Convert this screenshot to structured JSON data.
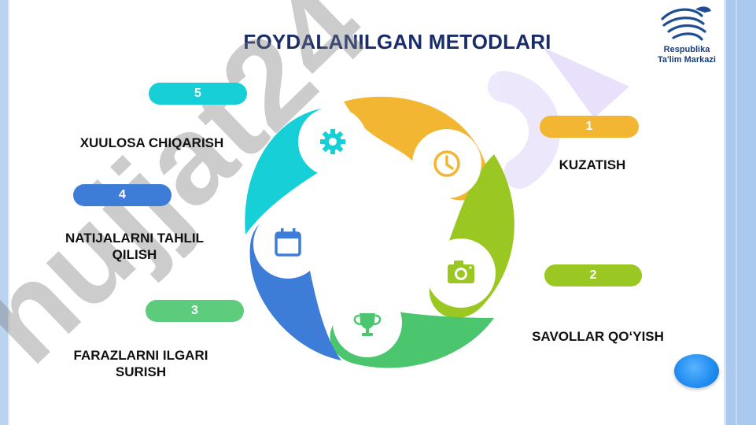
{
  "title": "FOYDALANILGAN METODLARI",
  "logo": {
    "line1": "Respublika",
    "line2": "Ta'lim Markazi",
    "icon": "bird-wave-logo"
  },
  "watermark": "hujjat24",
  "steps": [
    {
      "number": "1",
      "label_lines": [
        "KUZATISH"
      ],
      "color": "#f2b632",
      "icon": "clock-icon"
    },
    {
      "number": "2",
      "label_lines": [
        "SAVOLLAR QO‘YISH"
      ],
      "color": "#9bc723",
      "icon": "camera-icon"
    },
    {
      "number": "3",
      "label_lines": [
        "FARAZLARNI ILGARI",
        "SURISH"
      ],
      "color": "#4bc66e",
      "icon": "trophy-icon"
    },
    {
      "number": "4",
      "label_lines": [
        "NATIJALARNI TAHLIL",
        "QILISH"
      ],
      "color": "#3d7dd8",
      "icon": "calendar-icon"
    },
    {
      "number": "5",
      "label_lines": [
        "XUULOSA CHIQARISH"
      ],
      "color": "#17cfd6",
      "icon": "gear-icon"
    }
  ]
}
